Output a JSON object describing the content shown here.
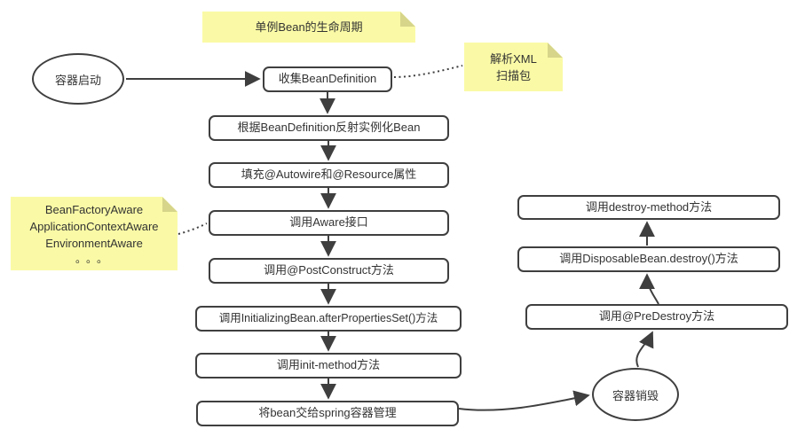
{
  "diagram": {
    "title_note": "单例Bean的生命周期",
    "start_label": "容器启动",
    "end_label": "容器销毁",
    "create_steps": [
      {
        "label": "收集BeanDefinition"
      },
      {
        "label": "根据BeanDefinition反射实例化Bean"
      },
      {
        "label": "填充@Autowire和@Resource属性"
      },
      {
        "label": "调用Aware接口"
      },
      {
        "label": "调用@PostConstruct方法"
      },
      {
        "label": "调用InitializingBean.afterPropertiesSet()方法"
      },
      {
        "label": "调用init-method方法"
      },
      {
        "label": "将bean交给spring容器管理"
      }
    ],
    "destroy_steps": [
      {
        "label": "调用destroy-method方法"
      },
      {
        "label": "调用DisposableBean.destroy()方法"
      },
      {
        "label": "调用@PreDestroy方法"
      }
    ],
    "xml_note": {
      "line1": "解析XML",
      "line2": "扫描包"
    },
    "aware_note": {
      "line1": "BeanFactoryAware",
      "line2": "ApplicationContextAware",
      "line3": "EnvironmentAware",
      "dots": "。。。"
    },
    "colors": {
      "note_fill": "#FAFAA6",
      "note_fold": "#D6D58A",
      "stroke": "#3F3F3F",
      "text": "#333333",
      "bg": "#FFFFFF"
    }
  }
}
